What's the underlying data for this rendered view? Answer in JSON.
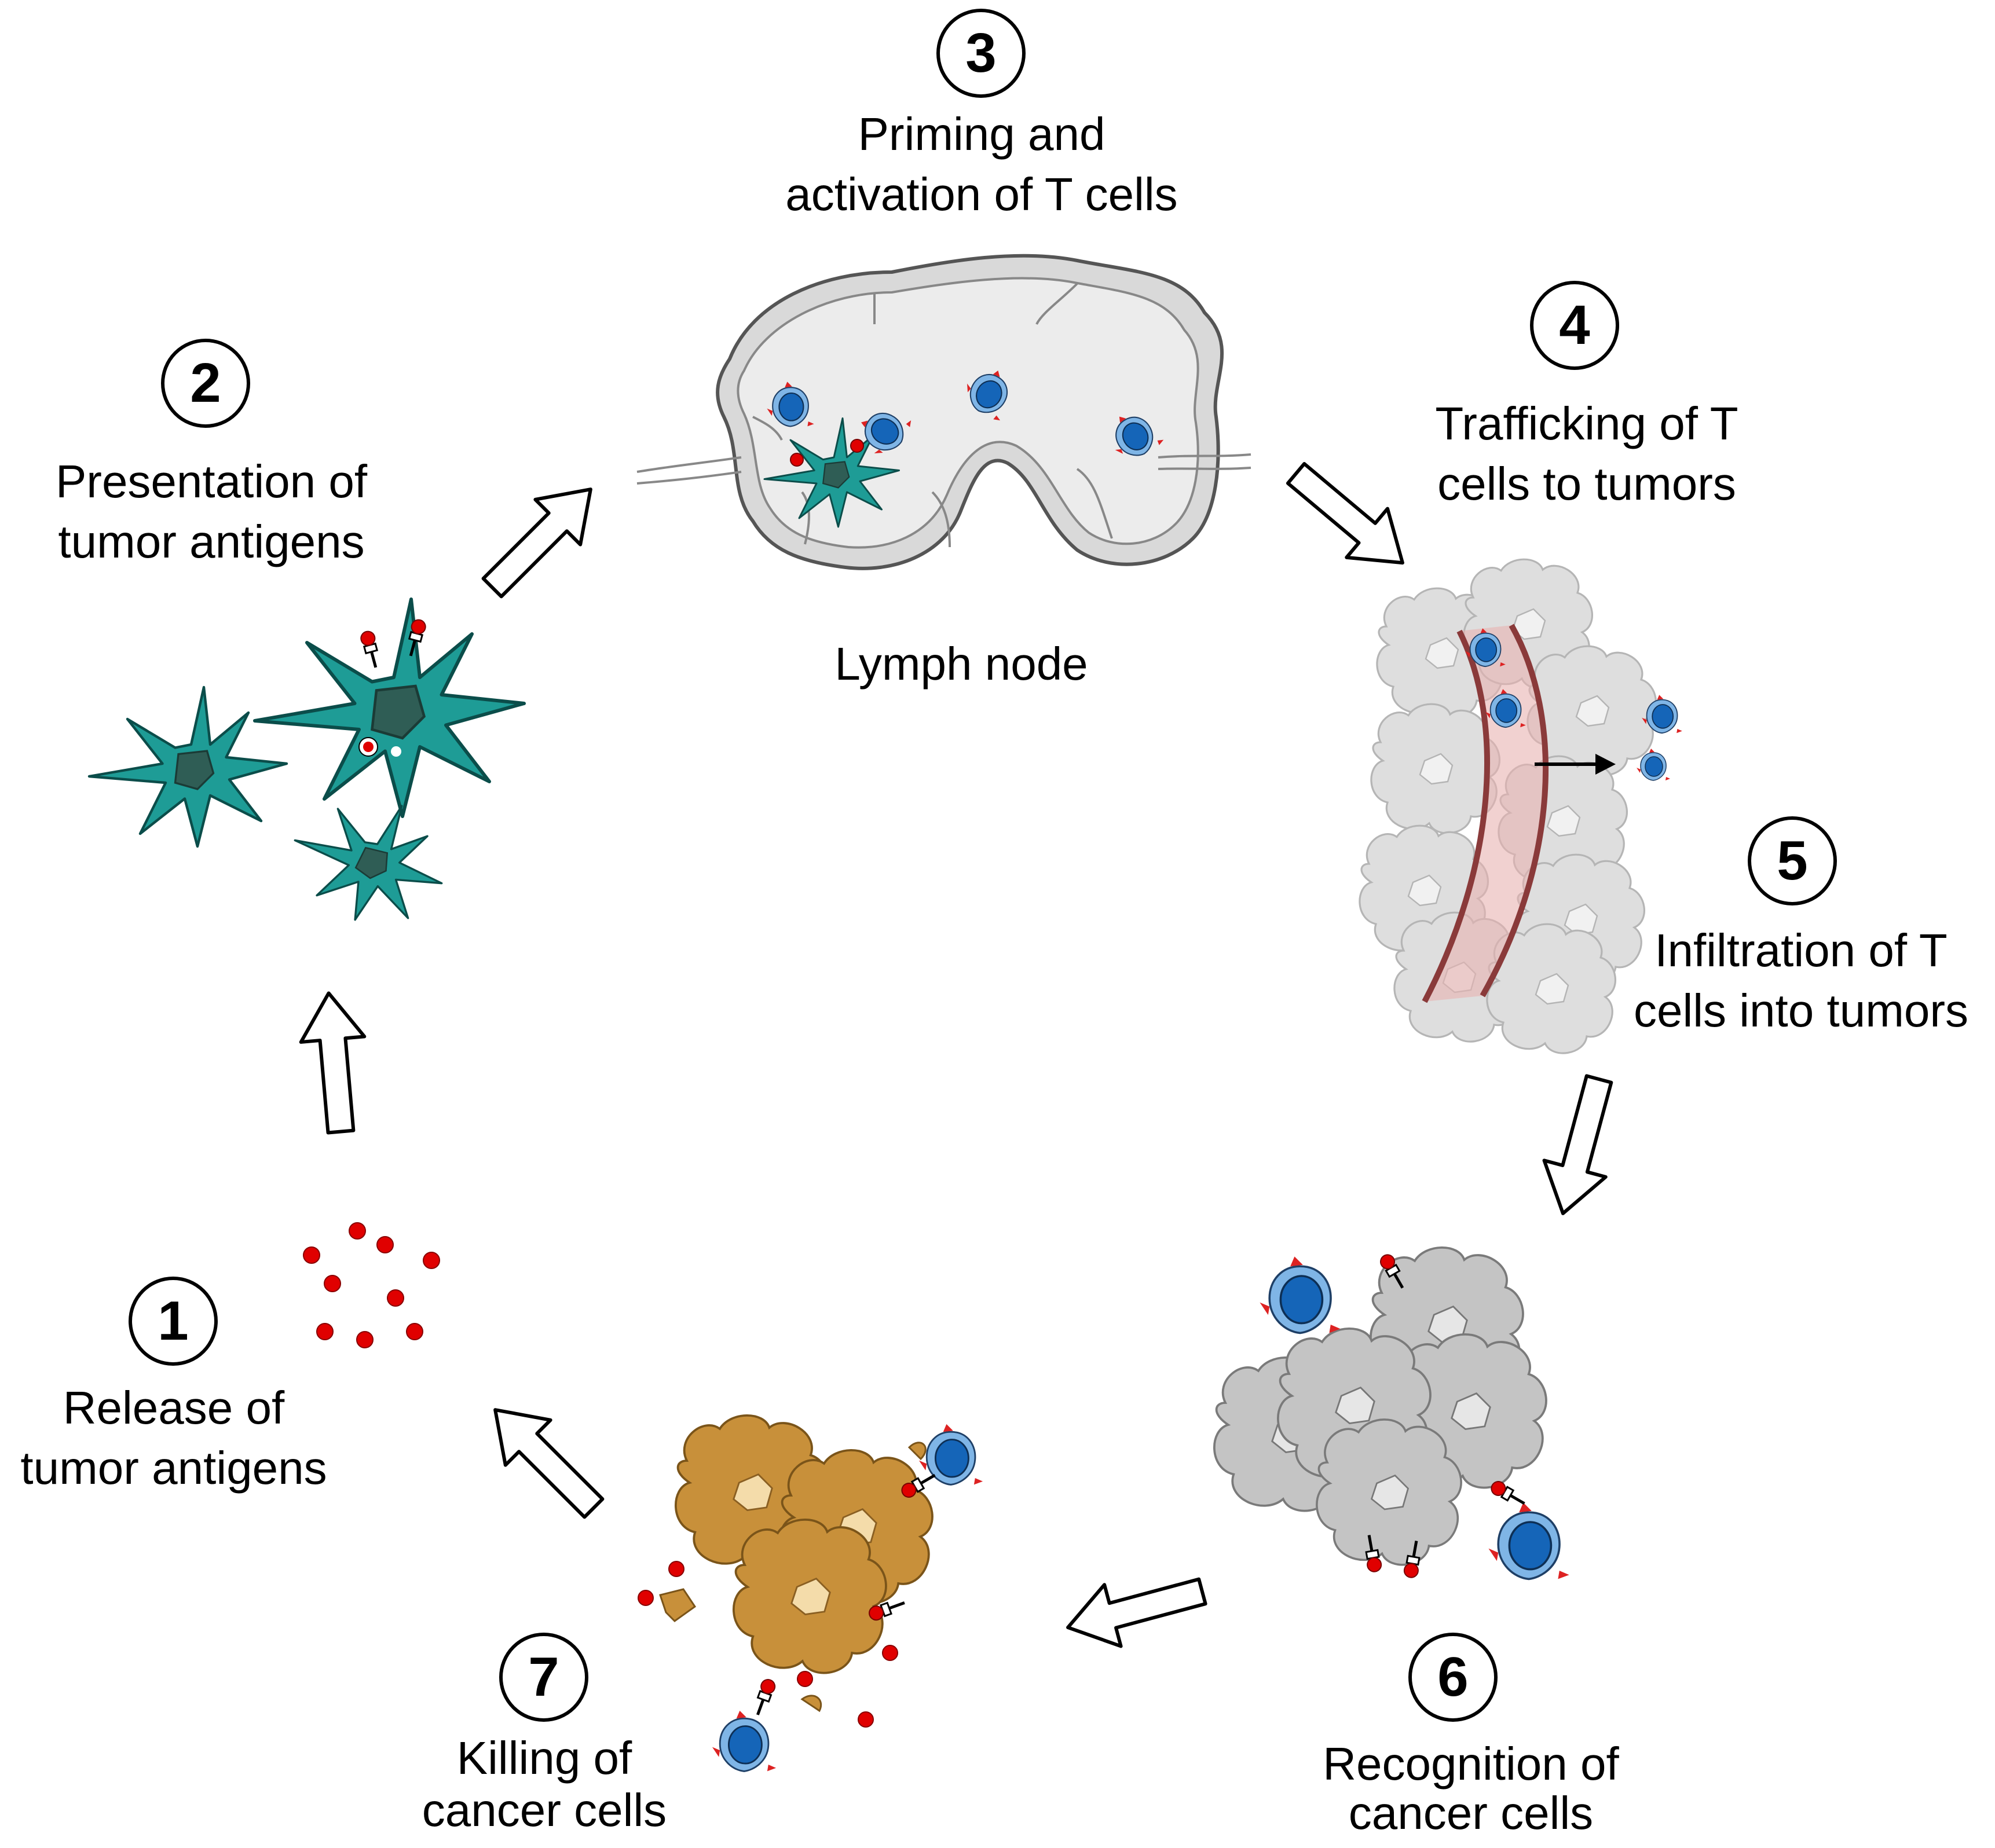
{
  "steps": [
    {
      "number": "1",
      "line1": "Release of",
      "line2": "tumor antigens"
    },
    {
      "number": "2",
      "line1": "Presentation of",
      "line2": "tumor antigens"
    },
    {
      "number": "3",
      "line1": "Priming and",
      "line2": "activation of T cells"
    },
    {
      "number": "4",
      "line1": "Trafficking of T",
      "line2": "cells to tumors"
    },
    {
      "number": "5",
      "line1": "Infiltration of T",
      "line2": "cells into tumors"
    },
    {
      "number": "6",
      "line1": "Recognition of",
      "line2": "cancer cells"
    },
    {
      "number": "7",
      "line1": "Killing of",
      "line2": "cancer cells"
    }
  ],
  "lymph_node_label": "Lymph node",
  "t_cell_letter": "T",
  "colors": {
    "dendritic_cell": "#1e9c96",
    "dendritic_nucleus": "#2f5d55",
    "antigen": "#e00000",
    "t_cell_outer": "#79b1e3",
    "t_cell_inner": "#1565b8",
    "lymph_node": "#d8d8d8",
    "tumor_cell": "#c9c9c9",
    "dying_cell": "#c8903a",
    "vessel": "#d9a8a8"
  }
}
